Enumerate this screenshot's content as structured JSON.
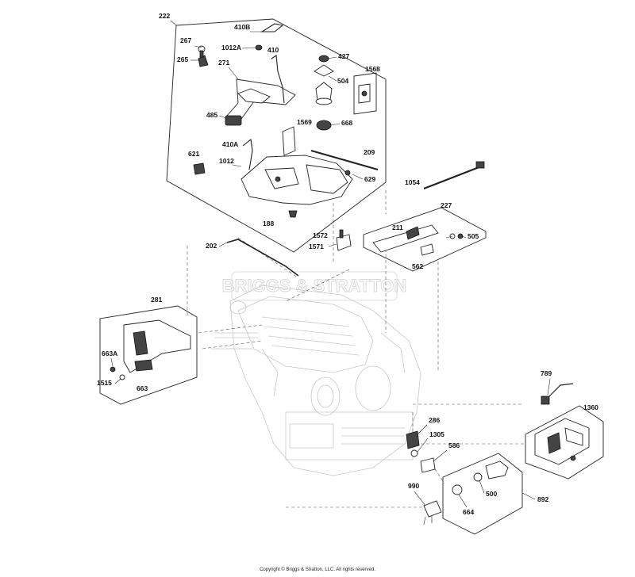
{
  "watermark": "BRIGGS & STRATTON",
  "copyright": "Copyright © Briggs & Stratton, LLC. All rights reserved.",
  "labels": {
    "p222": "222",
    "p410B": "410B",
    "p267": "267",
    "p1012A": "1012A",
    "p410": "410",
    "p427": "427",
    "p265": "265",
    "p271": "271",
    "p504": "504",
    "p1568": "1568",
    "p485": "485",
    "p1569": "1569",
    "p668": "668",
    "p410A": "410A",
    "p209": "209",
    "p621": "621",
    "p1012": "1012",
    "p629": "629",
    "p1054": "1054",
    "p188": "188",
    "p227": "227",
    "p211": "211",
    "p505": "505",
    "p1572": "1572",
    "p202": "202",
    "p1571": "1571",
    "p562": "562",
    "p281": "281",
    "p663A": "663A",
    "p1515": "1515",
    "p663": "663",
    "p789": "789",
    "p1360": "1360",
    "p286": "286",
    "p1305": "1305",
    "p586": "586",
    "p990": "990",
    "p500": "500",
    "p892": "892",
    "p664": "664"
  }
}
